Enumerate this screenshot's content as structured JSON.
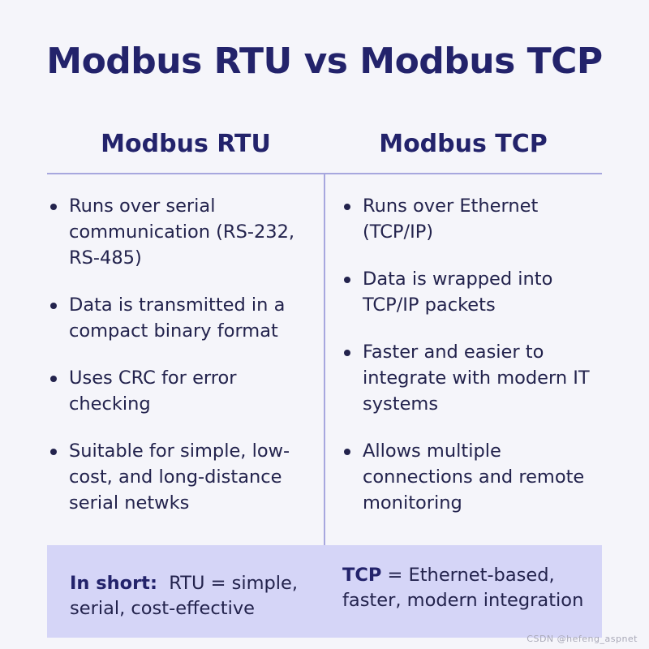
{
  "title": "Modbus RTU vs Modbus TCP",
  "columns": {
    "left": {
      "heading": "Modbus RTU",
      "bullets": [
        "Runs over serial communication (RS-232, RS-485)",
        "Data is transmitted in a compact binary format",
        "Uses CRC for error checking",
        "Suitable for simple, low-cost, and long-distance serial netwks"
      ]
    },
    "right": {
      "heading": "Modbus TCP",
      "bullets": [
        "Runs over Ethernet (TCP/IP)",
        "Data is wrapped into TCP/IP packets",
        "Faster and easier to integrate with modern IT systems",
        "Allows multiple connections and remote monitoring"
      ]
    }
  },
  "summary": {
    "left_label": "In short:",
    "left_text": "RTU = simple, serial, cost-effective",
    "right_label": "TCP",
    "right_text": "= Ethernet-based, faster, modern integration"
  },
  "watermark": "CSDN @hefeng_aspnet",
  "colors": {
    "background": "#f5f5fa",
    "heading": "#23236b",
    "text": "#23234d",
    "divider": "#a7a7de",
    "summary_band": "#d5d5f7"
  }
}
